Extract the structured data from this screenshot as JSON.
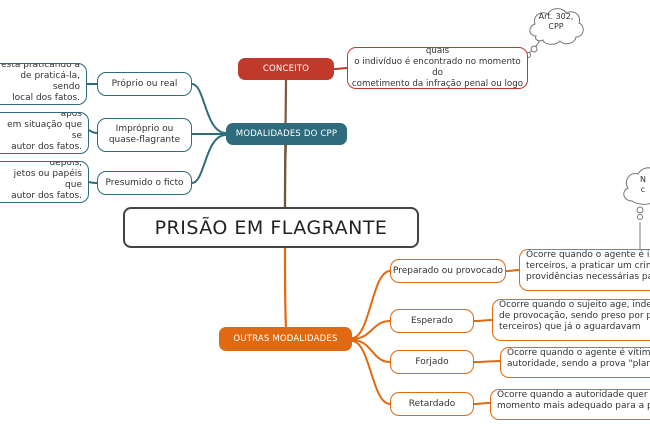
{
  "central": {
    "title": "PRISÃO EM FLAGRANTE"
  },
  "conceito": {
    "label": "CONCEITO",
    "text_lines": [
      "É aquela que ocorre em situações nas quais",
      "o indivíduo é encontrado no momento do",
      "cometimento da infração penal ou logo após."
    ],
    "note_lines": [
      "Art. 302,",
      "CPP"
    ]
  },
  "modalidades_cpp": {
    "label": "MODALIDADES DO CPP",
    "items": [
      {
        "label": "Próprio ou real",
        "desc_lines": [
          "está praticando a",
          "de praticá-la, sendo",
          "local dos fatos."
        ]
      },
      {
        "label_lines": [
          "Impróprio ou",
          "quase-flagrante"
        ],
        "desc_lines": [
          "perseguido, logo após",
          "em situação que se",
          "autor dos fatos."
        ]
      },
      {
        "label": "Presumido o ficto",
        "desc_lines": [
          "contrado, logo depois,",
          "jetos ou papéis que",
          "autor dos fatos."
        ]
      }
    ]
  },
  "outras_modalidades": {
    "label": "OUTRAS MODALIDADES",
    "note_lines": [
      "N",
      "c"
    ],
    "items": [
      {
        "label": "Preparado ou provocado",
        "desc_lines": [
          "Ocorre quando o agente é imp",
          "terceiros, a praticar um crime, n",
          "providências necessárias para q"
        ]
      },
      {
        "label": "Esperado",
        "desc_lines": [
          "Ocorre quando o sujeito age, independer",
          "de provocação, sendo preso por polici",
          "terceiros) que já o aguardavam"
        ]
      },
      {
        "label": "Forjado",
        "desc_lines": [
          "Ocorre quando o agente é vítima de",
          "autoridade, sendo a prova \"plantada\" p"
        ]
      },
      {
        "label": "Retardado",
        "desc_lines": [
          "Ocorre quando a autoridade quer efetu",
          "momento mais adequado para a produ"
        ]
      }
    ]
  },
  "colors": {
    "conceito": "#c0392b",
    "modalidades_cpp": "#2e6b7c",
    "outras_modalidades": "#e06a12",
    "branch_teal": "#2e6b7c",
    "branch_orange": "#e06a12",
    "cpp_conn": "#6e5a3a"
  }
}
